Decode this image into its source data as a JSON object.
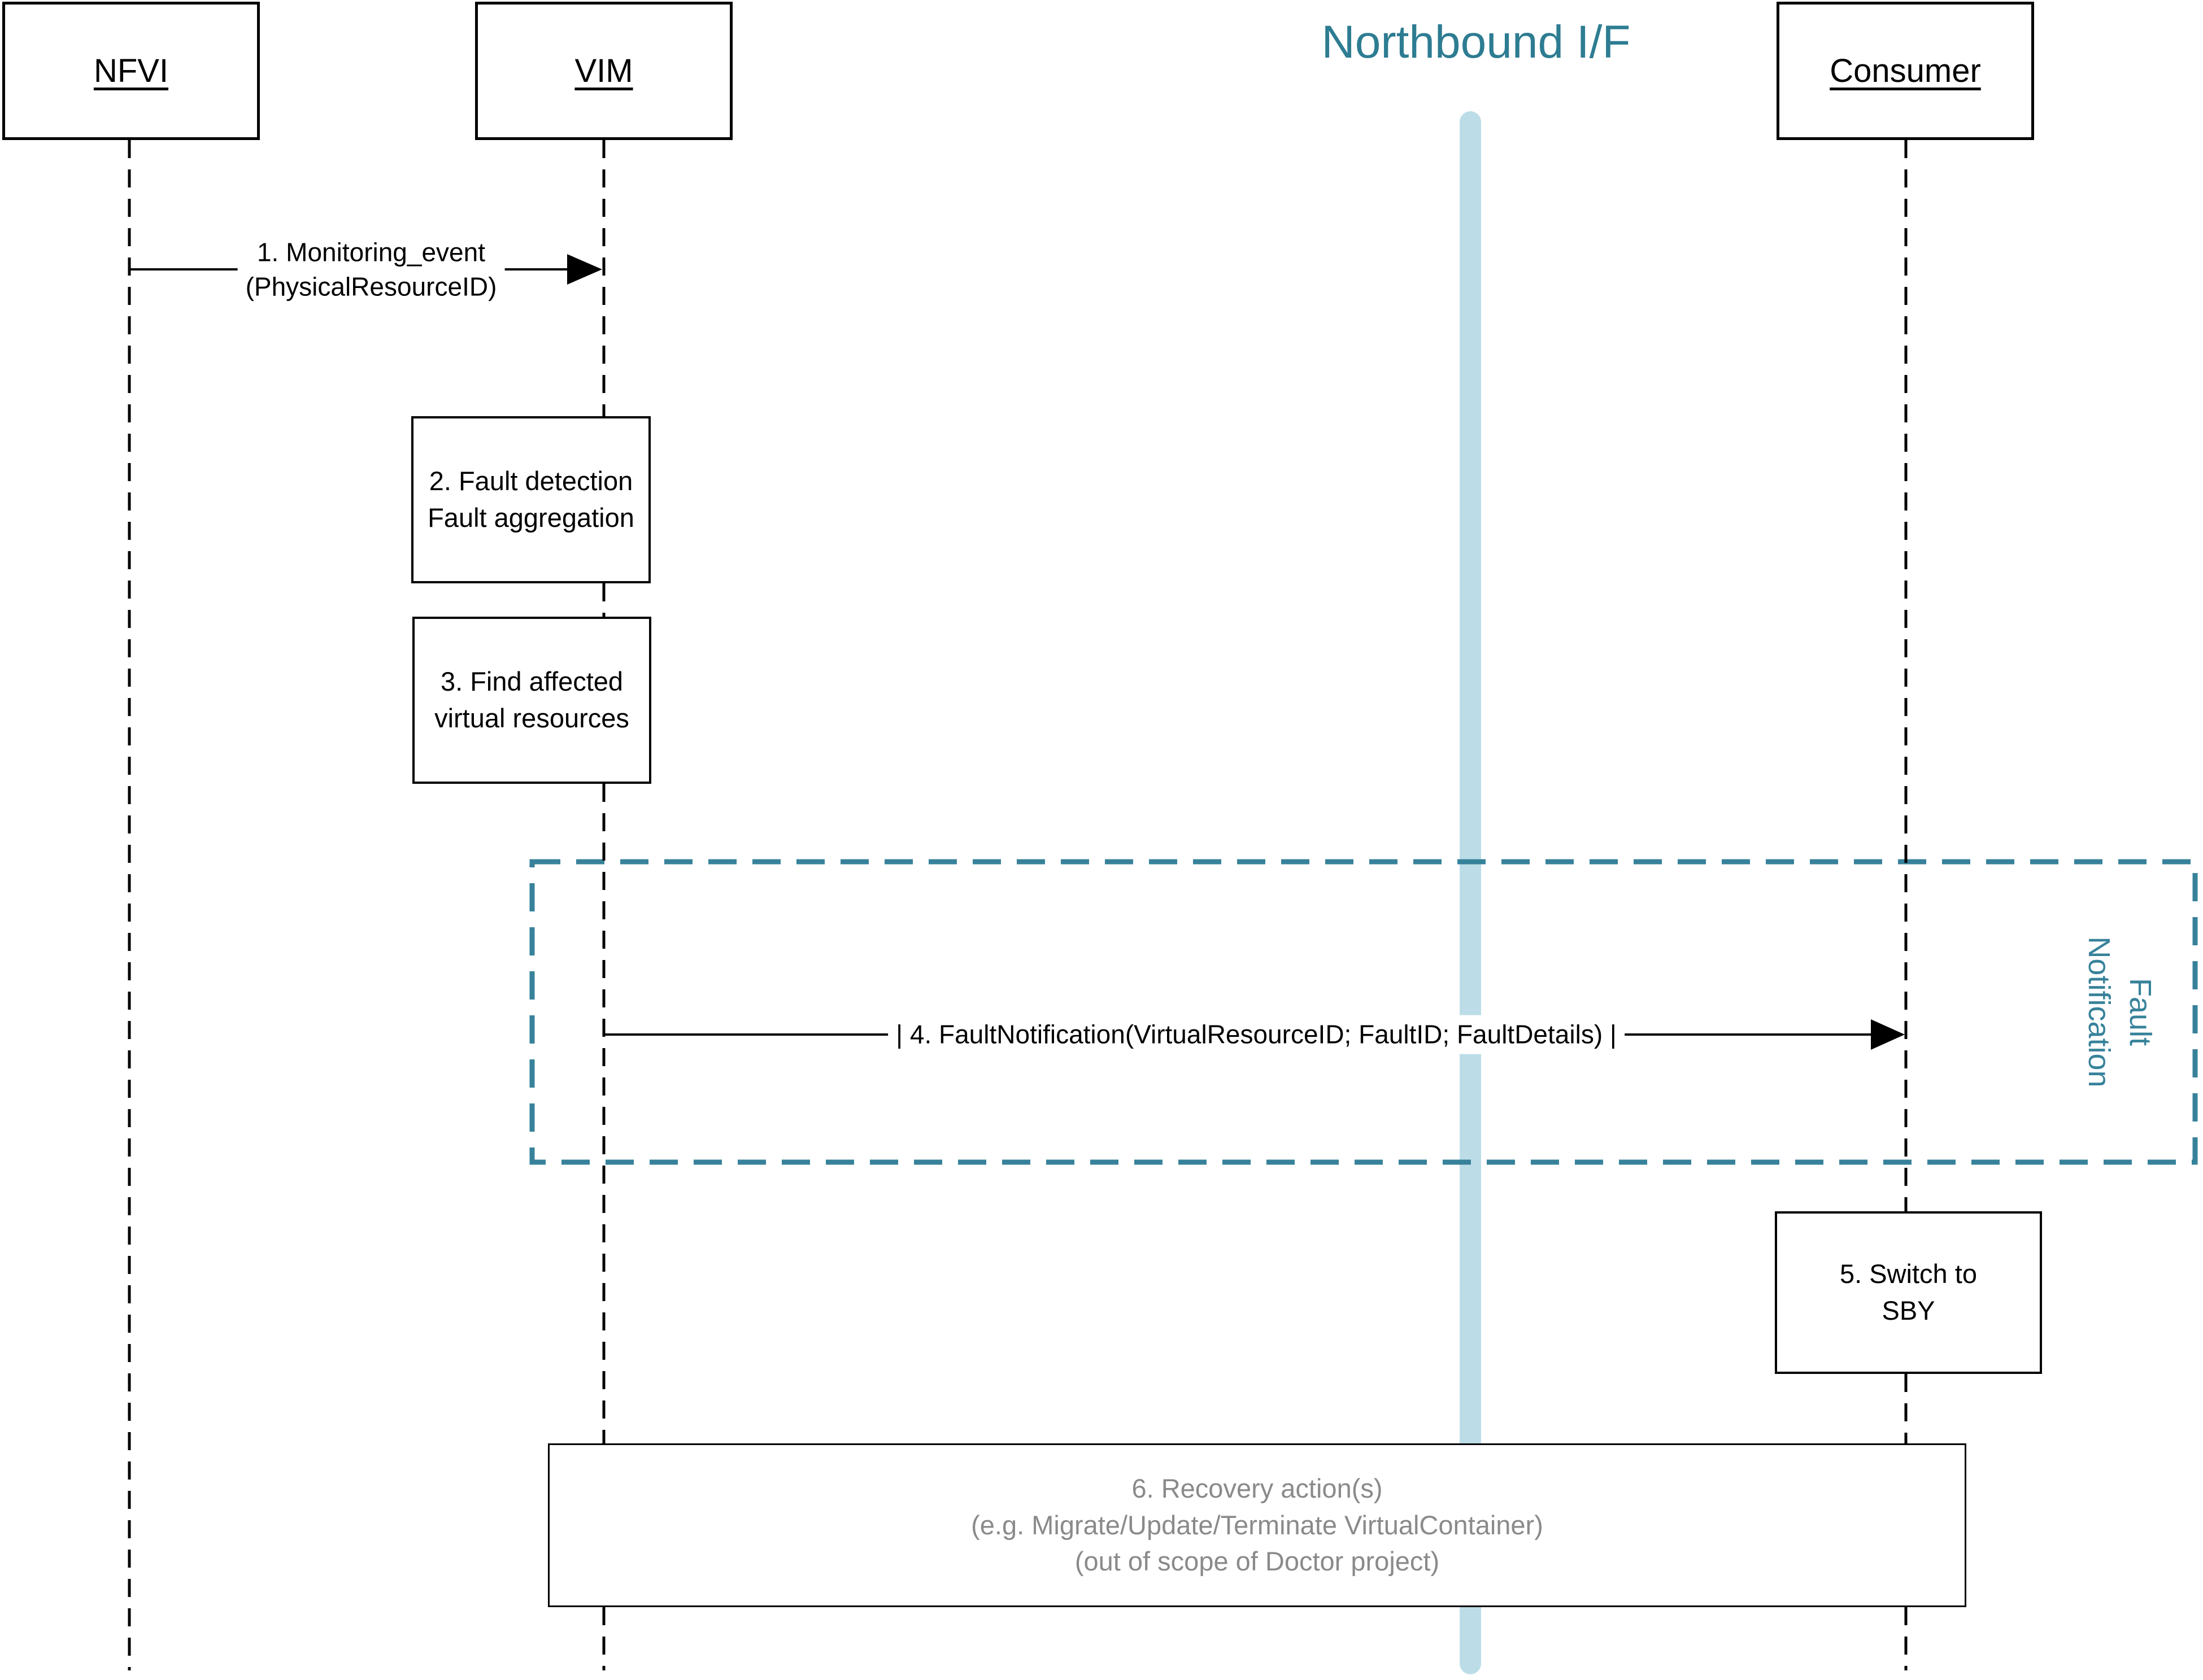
{
  "diagram_type": "sequence-diagram",
  "title": "Northbound I/F",
  "actors": [
    {
      "name": "NFVI"
    },
    {
      "name": "VIM"
    },
    {
      "name": "Consumer"
    }
  ],
  "messages": {
    "m1": {
      "line1": "1. Monitoring_event",
      "line2": "(PhysicalResourceID)",
      "from": "NFVI",
      "to": "VIM"
    },
    "m4": {
      "label": "| 4. FaultNotification(VirtualResourceID; FaultID; FaultDetails) |",
      "from": "VIM",
      "to": "Consumer"
    }
  },
  "activities": {
    "a2": {
      "line1": "2. Fault detection",
      "line2": "Fault aggregation",
      "on": "VIM"
    },
    "a3": {
      "line1": "3. Find affected",
      "line2": "virtual resources",
      "on": "VIM"
    },
    "a5": {
      "line1": "5. Switch to",
      "line2": "SBY",
      "on": "Consumer"
    },
    "a6": {
      "line1": "6. Recovery action(s)",
      "line2": "(e.g. Migrate/Update/Terminate VirtualContainer)",
      "line3": "(out of scope of Doctor project)"
    }
  },
  "region": {
    "line1": "Fault",
    "line2": "Notification"
  },
  "colors": {
    "teal": "#37829A",
    "title_teal": "#2D7C92",
    "northbound_bar": "#BCDDE8",
    "gray_text": "#8A8A8A",
    "line_black": "#000000",
    "background": "#FFFFFF"
  }
}
